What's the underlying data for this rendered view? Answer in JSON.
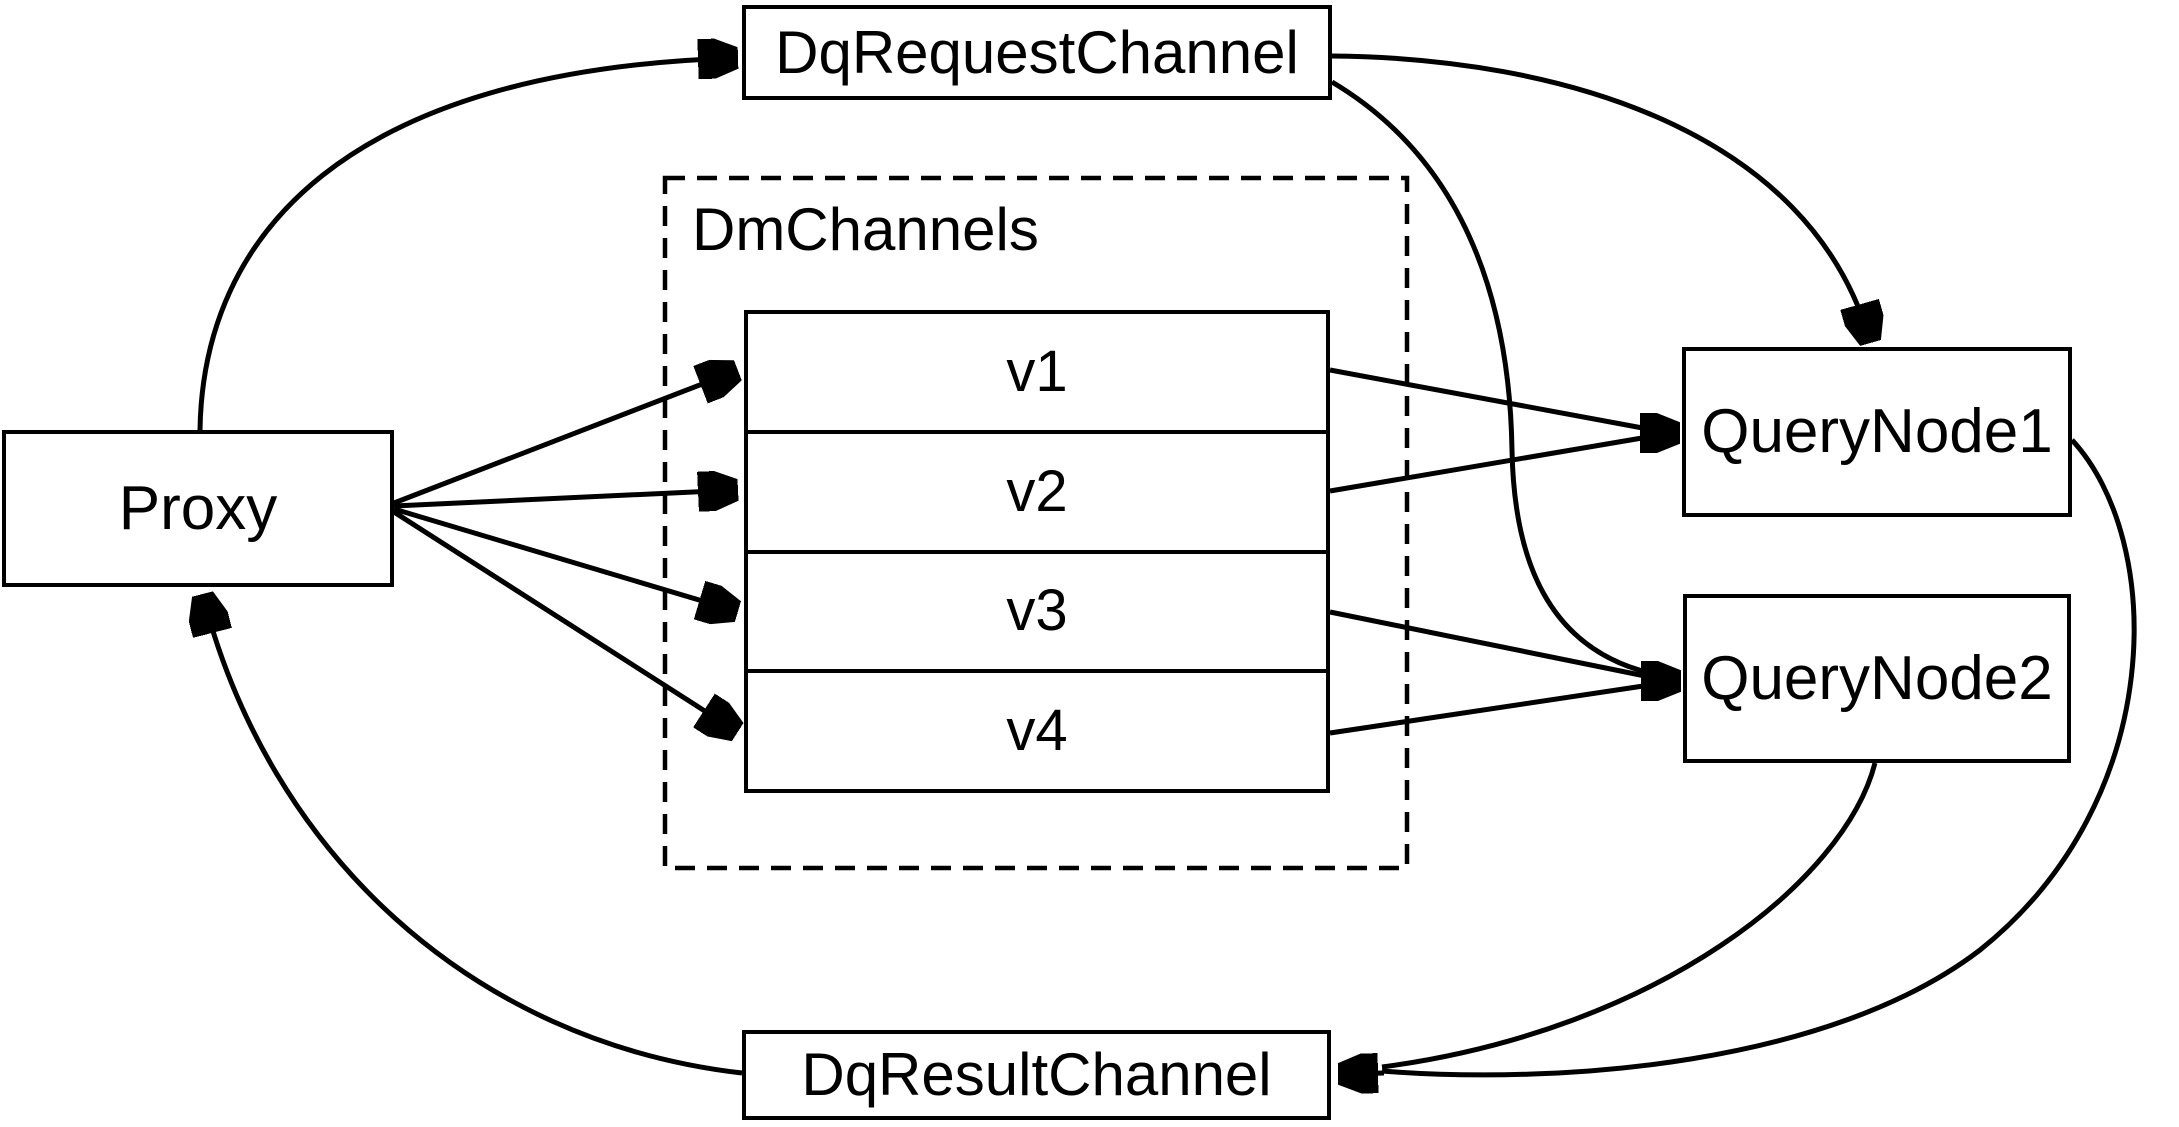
{
  "diagram": {
    "title": "query channel flow diagram",
    "colors": {
      "stroke": "#000000",
      "background": "#ffffff"
    },
    "nodes": {
      "proxy": {
        "label": "Proxy"
      },
      "dq_request": {
        "label": "DqRequestChannel"
      },
      "dm_channels": {
        "label": "DmChannels"
      },
      "channels": [
        {
          "label": "v1"
        },
        {
          "label": "v2"
        },
        {
          "label": "v3"
        },
        {
          "label": "v4"
        }
      ],
      "query_node_1": {
        "label": "QueryNode1"
      },
      "query_node_2": {
        "label": "QueryNode2"
      },
      "dq_result": {
        "label": "DqResultChannel"
      }
    },
    "edges": [
      "Proxy -> DqRequestChannel",
      "Proxy -> v1",
      "Proxy -> v2",
      "Proxy -> v3",
      "Proxy -> v4",
      "DqRequestChannel -> QueryNode1",
      "DqRequestChannel -> QueryNode2",
      "v1 -> QueryNode1",
      "v2 -> QueryNode1",
      "v3 -> QueryNode2",
      "v4 -> QueryNode2",
      "QueryNode1 -> DqResultChannel",
      "QueryNode2 -> DqResultChannel",
      "DqResultChannel -> Proxy"
    ]
  }
}
